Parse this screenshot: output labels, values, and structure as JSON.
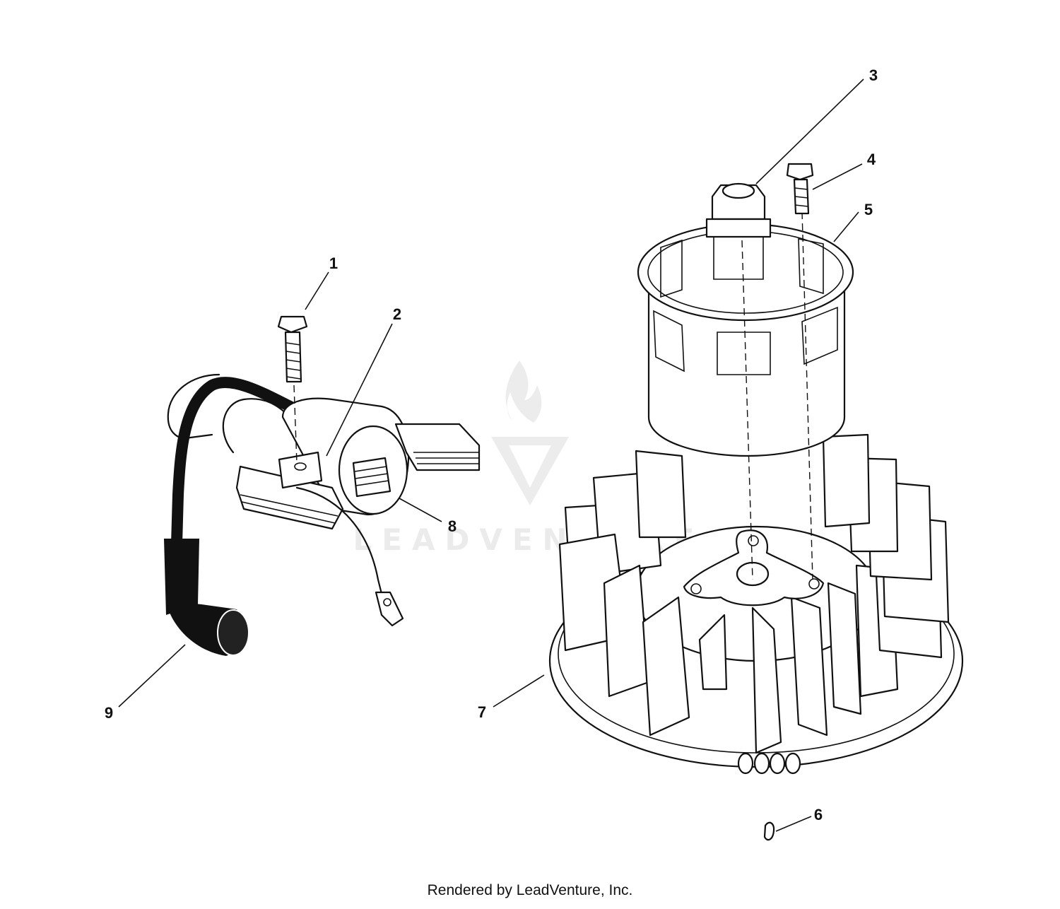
{
  "callouts": [
    {
      "id": "1",
      "label": "1"
    },
    {
      "id": "2",
      "label": "2"
    },
    {
      "id": "3",
      "label": "3"
    },
    {
      "id": "4",
      "label": "4"
    },
    {
      "id": "5",
      "label": "5"
    },
    {
      "id": "6",
      "label": "6"
    },
    {
      "id": "7",
      "label": "7"
    },
    {
      "id": "8",
      "label": "8"
    },
    {
      "id": "9",
      "label": "9"
    }
  ],
  "watermark": {
    "text": "LEADVENTURE",
    "color": "#ebebeb"
  },
  "footer": {
    "text": "Rendered by LeadVenture, Inc."
  },
  "colors": {
    "line": "#111111",
    "background": "#ffffff"
  }
}
